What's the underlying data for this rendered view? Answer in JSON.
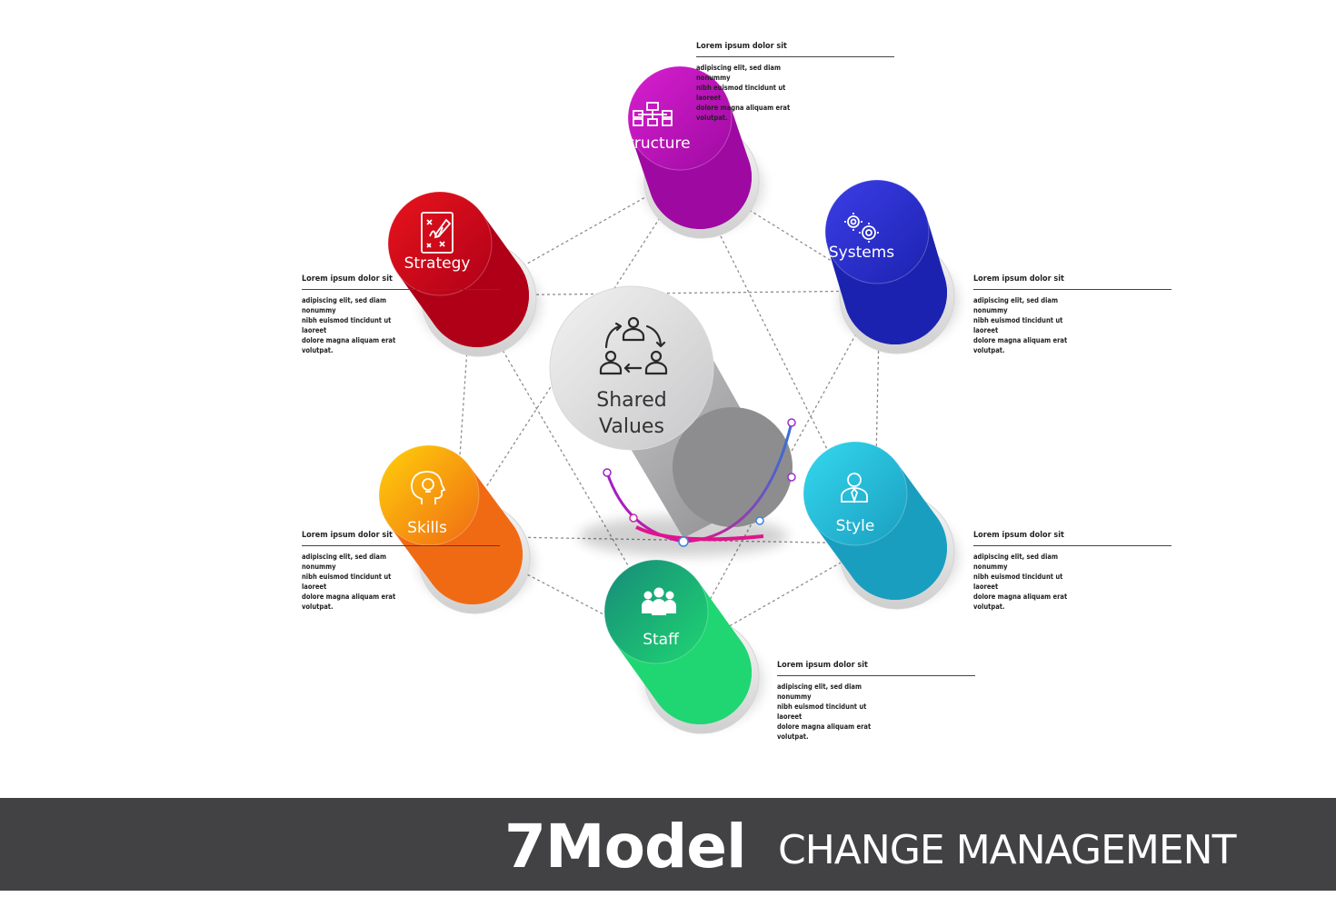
{
  "center": {
    "label_line1": "Shared",
    "label_line2": "Values",
    "icon": "people-cycle-icon"
  },
  "nodes": [
    {
      "id": "structure",
      "label": "Structure",
      "icon": "org-chart-icon",
      "color_top": "#d71fd0",
      "color_bottom": "#9e0aa1"
    },
    {
      "id": "systems",
      "label": "Systems",
      "icon": "gears-icon",
      "color_top": "#3c3ee6",
      "color_bottom": "#1c22b0"
    },
    {
      "id": "style",
      "label": "Style",
      "icon": "person-icon",
      "color_top": "#34d8ef",
      "color_bottom": "#1a9ec0"
    },
    {
      "id": "staff",
      "label": "Staff",
      "icon": "team-icon",
      "color_top": "#178a79",
      "color_bottom": "#1fd672"
    },
    {
      "id": "skills",
      "label": "Skills",
      "icon": "head-bulb-icon",
      "color_top": "#ffd10a",
      "color_bottom": "#f06a14"
    },
    {
      "id": "strategy",
      "label": "Strategy",
      "icon": "strategy-board-icon",
      "color_top": "#e8141c",
      "color_bottom": "#b00018"
    }
  ],
  "notes": [
    {
      "title": "Lorem ipsum dolor sit",
      "lines": [
        "adipiscing elit, sed diam nonummy",
        "nibh euismod tincidunt ut laoreet",
        "dolore magna aliquam erat volutpat."
      ]
    },
    {
      "title": "Lorem ipsum dolor sit",
      "lines": [
        "adipiscing elit, sed diam nonummy",
        "nibh euismod tincidunt ut laoreet",
        "dolore magna aliquam erat volutpat."
      ]
    },
    {
      "title": "Lorem ipsum dolor sit",
      "lines": [
        "adipiscing elit, sed diam nonummy",
        "nibh euismod tincidunt ut laoreet",
        "dolore magna aliquam erat volutpat."
      ]
    },
    {
      "title": "Lorem ipsum dolor sit",
      "lines": [
        "adipiscing elit, sed diam nonummy",
        "nibh euismod tincidunt ut laoreet",
        "dolore magna aliquam erat volutpat."
      ]
    },
    {
      "title": "Lorem ipsum dolor sit",
      "lines": [
        "adipiscing elit, sed diam nonummy",
        "nibh euismod tincidunt ut laoreet",
        "dolore magna aliquam erat volutpat."
      ]
    },
    {
      "title": "Lorem ipsum dolor sit",
      "lines": [
        "adipiscing elit, sed diam nonummy",
        "nibh euismod tincidunt ut laoreet",
        "dolore magna aliquam erat volutpat."
      ]
    }
  ],
  "footer": {
    "strong": "7Model",
    "light": "CHANGE  MANAGEMENT"
  }
}
